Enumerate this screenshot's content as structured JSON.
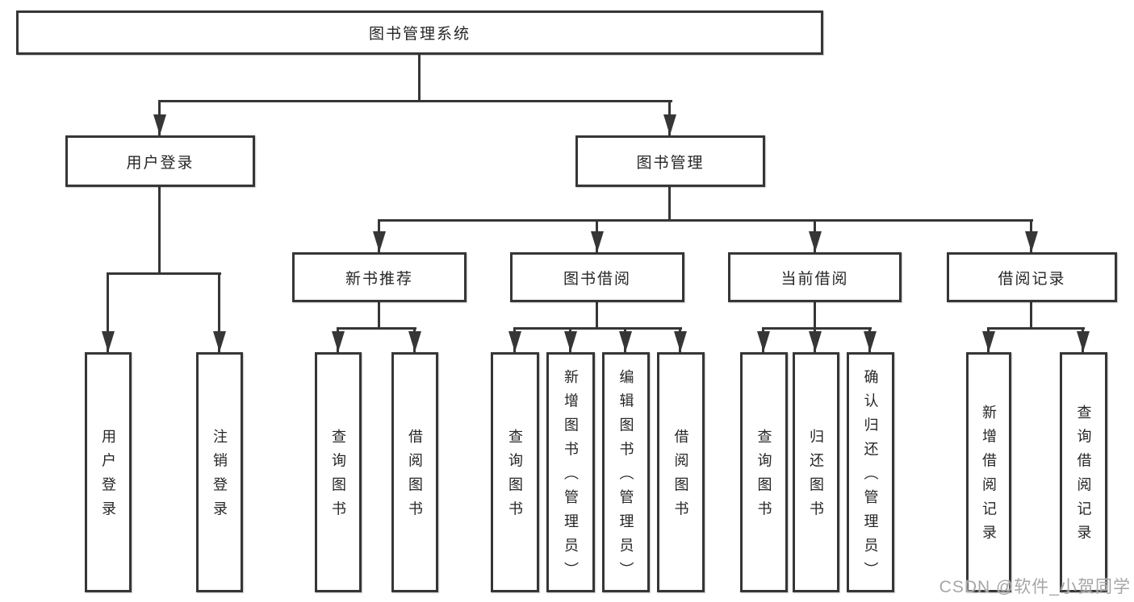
{
  "diagram_title": "图书管理系统",
  "tree": {
    "root": {
      "label": "图书管理系统"
    },
    "branches": [
      {
        "label": "用户登录",
        "children": [
          {
            "label": "用户登录"
          },
          {
            "label": "注销登录"
          }
        ]
      },
      {
        "label": "图书管理",
        "children": [
          {
            "label": "新书推荐",
            "children": [
              {
                "label": "查询图书"
              },
              {
                "label": "借阅图书"
              }
            ]
          },
          {
            "label": "图书借阅",
            "children": [
              {
                "label": "查询图书"
              },
              {
                "label": "新增图书（管理员）"
              },
              {
                "label": "编辑图书（管理员）"
              },
              {
                "label": "借阅图书"
              }
            ]
          },
          {
            "label": "当前借阅",
            "children": [
              {
                "label": "查询图书"
              },
              {
                "label": "归还图书"
              },
              {
                "label": "确认归还（管理员）"
              }
            ]
          },
          {
            "label": "借阅记录",
            "children": [
              {
                "label": "新增借阅记录"
              },
              {
                "label": "查询借阅记录"
              }
            ]
          }
        ]
      }
    ]
  },
  "watermark": "CSDN @软件_小贺同学",
  "colors": {
    "line": "#363636",
    "text": "#262626",
    "box_background": "#ffffff",
    "background": "#ffffff",
    "watermark": "#a6a6a6"
  }
}
